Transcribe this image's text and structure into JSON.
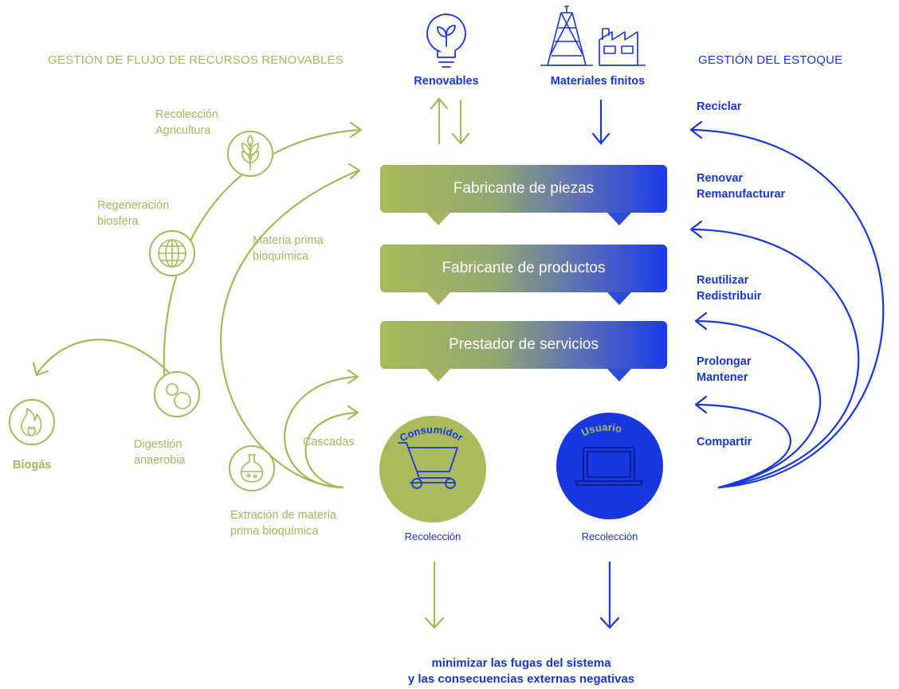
{
  "headers": {
    "left": "GESTIÓN DE FLUJO DE RECURSOS RENOVABLES",
    "right": "GESTIÓN DEL ESTOQUE"
  },
  "top": {
    "renewables": "Renovables",
    "finite": "Materiales finitos"
  },
  "bars": [
    "Fabricante de piezas",
    "Fabricante de productos",
    "Prestador de servicios"
  ],
  "left_labels": {
    "harvest": "Recolección\nAgricultura",
    "regeneration": "Regeneración\nbiosfera",
    "raw_material": "Materia prima\nbioquímica",
    "digestion": "Digestión\nanaerobia",
    "biogas": "Biogás",
    "cascades": "Cascadas",
    "extraction": "Extración de materia\nprima bioquímica"
  },
  "right_labels": {
    "recycle": "Reciclar",
    "refurbish": "Renovar\nRemanufacturar",
    "reuse": "Reutilizar\nRedistribuir",
    "maintain": "Prolongar\nMantener",
    "share": "Compartir"
  },
  "consumer": {
    "badge": "Consumidor",
    "caption": "Recolección"
  },
  "user": {
    "badge": "Usuario",
    "caption": "Recolección"
  },
  "bottom": "minimizar las fugas del sistema\ny las consecuencias externas negativas",
  "colors": {
    "green": "#a8b85a",
    "blue": "#1737e0"
  },
  "icons": [
    "lightbulb-sprout-icon",
    "oil-rig-icon",
    "factory-icon",
    "wheat-icon",
    "globe-icon",
    "bubbles-icon",
    "flask-icon",
    "flame-icon",
    "cart-icon",
    "laptop-icon"
  ]
}
